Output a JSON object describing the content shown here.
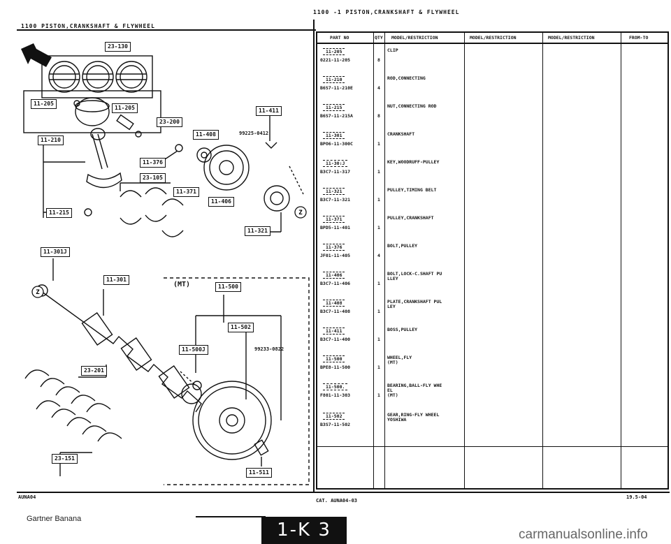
{
  "header": {
    "left_title": "1100    PISTON,CRANKSHAFT & FLYWHEEL",
    "center_title": "1100  -1     PISTON,CRANKSHAFT & FLYWHEEL"
  },
  "diagram": {
    "callouts": [
      "23-130",
      "11-205",
      "11-205",
      "23-200",
      "11-411",
      "11-408",
      "99225-0412",
      "11-210",
      "11-376",
      "23-105",
      "11-371",
      "11-406",
      "11-215",
      "11-321",
      "11-301J",
      "11-301",
      "(MT)",
      "11-500",
      "11-502",
      "11-500J",
      "99233-0822",
      "23-201",
      "23-151",
      "11-511"
    ]
  },
  "table": {
    "headers": [
      "PART NO",
      "QTY",
      "MODEL/RESTRICTION",
      "MODEL/RESTRICTION",
      "MODEL/RESTRICTION",
      "FROM-TO"
    ],
    "rows": [
      {
        "ref": "11-205",
        "part_no": "0221-11-205",
        "qty": "8",
        "desc": "CLIP"
      },
      {
        "ref": "11-210",
        "part_no": "B6S7-11-210E",
        "qty": "4",
        "desc": "ROD,CONNECTING"
      },
      {
        "ref": "11-215",
        "part_no": "B6S7-11-215A",
        "qty": "8",
        "desc": "NUT,CONNECTING ROD"
      },
      {
        "ref": "11-301",
        "part_no": "BPO6-11-300C",
        "qty": "1",
        "desc": "CRANKSHAFT"
      },
      {
        "ref": "11-30:J",
        "part_no": "B3C7-11-317",
        "qty": "1",
        "desc": "KEY,WOODRUFF-PULLEY"
      },
      {
        "ref": "11-321",
        "part_no": "B3C7-11-321",
        "qty": "1",
        "desc": "PULLEY,TIMING BELT"
      },
      {
        "ref": "11-371",
        "part_no": "BPD5-11-401",
        "qty": "1",
        "desc": "PULLEY,CRANKSHAFT"
      },
      {
        "ref": "11-376",
        "part_no": "JF01-11-405",
        "qty": "4",
        "desc": "BOLT,PULLEY"
      },
      {
        "ref": "11-406",
        "part_no": "B3C7-11-406",
        "qty": "1",
        "desc": "BOLT,LOCK-C.SHAFT PU\nLLEY"
      },
      {
        "ref": "11-408",
        "part_no": "B3C7-11-408",
        "qty": "1",
        "desc": "PLATE,CRANKSHAFT PUL\nLEY"
      },
      {
        "ref": "11-411",
        "part_no": "B3C7-11-400",
        "qty": "1",
        "desc": "BOSS,PULLEY"
      },
      {
        "ref": "11-500",
        "part_no": "BPE8-11-500",
        "qty": "1",
        "desc": "WHEEL,FLY\n(MT)"
      },
      {
        "ref": "11-500.",
        "part_no": "F801-11-303",
        "qty": "1",
        "desc": "BEARING,BALL-FLY WHE\nEL\n(MT)"
      },
      {
        "ref": "11-502",
        "part_no": "B3S7-11-502",
        "qty": "",
        "desc": "GEAR,RING-FLY WHEEL\nYOSHIWA"
      }
    ]
  },
  "footer": {
    "left_code": "AUNA04",
    "cat": "CAT.  AUNA04-03",
    "date": "19.5-04",
    "page_box": "1-K 3",
    "watermark_left": "Gartner Banana",
    "watermark_right": "carmanualsonline.info"
  }
}
